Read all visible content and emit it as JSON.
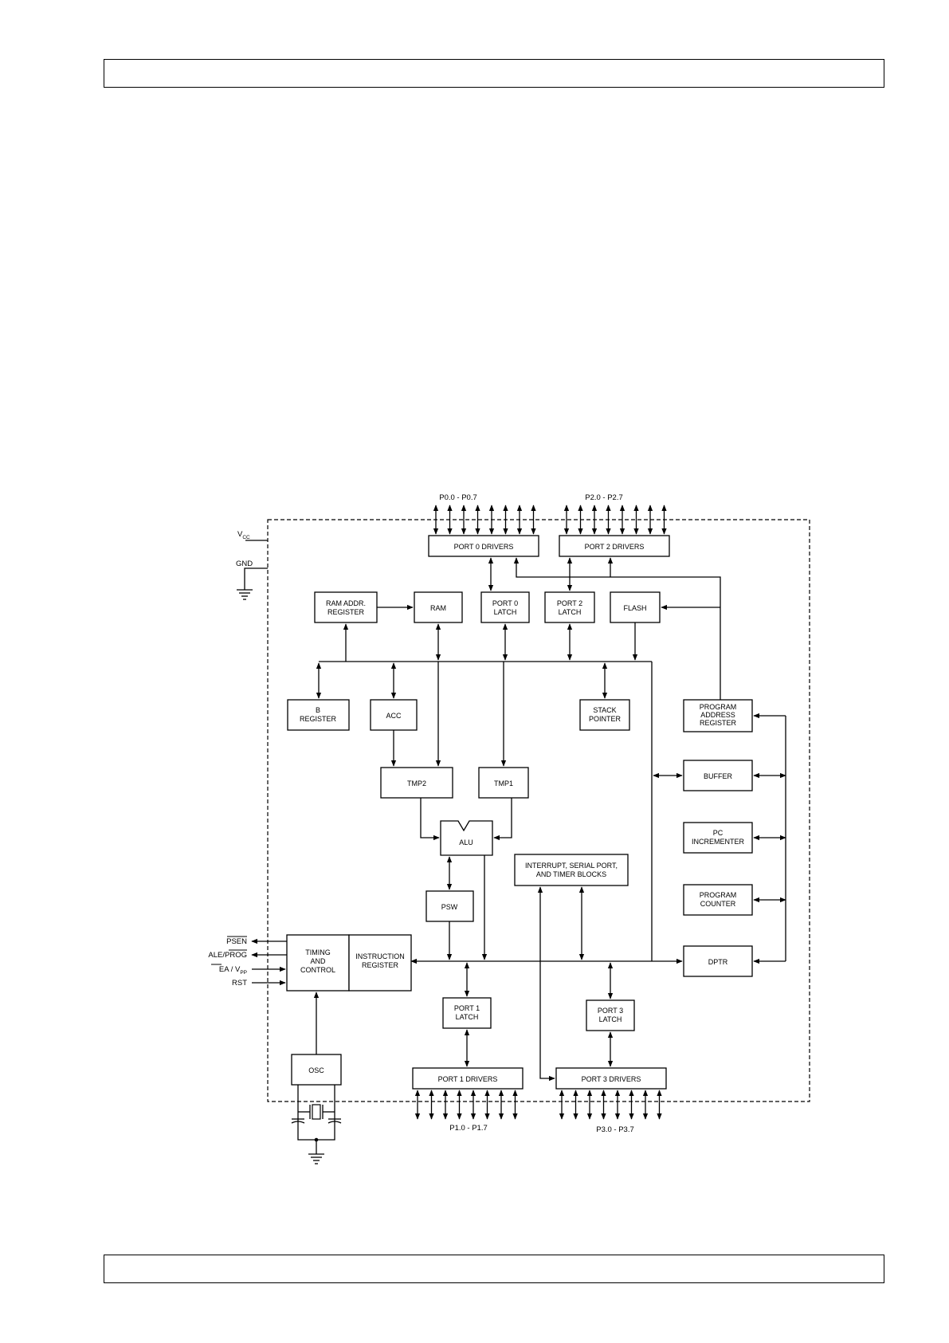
{
  "header": {
    "text": ""
  },
  "footer": {
    "text": ""
  },
  "diagram": {
    "blocks": {
      "port0_drivers": "PORT 0 DRIVERS",
      "port2_drivers": "PORT 2 DRIVERS",
      "ram_addr_register": [
        "RAM ADDR.",
        "REGISTER"
      ],
      "ram": "RAM",
      "port0_latch": [
        "PORT 0",
        "LATCH"
      ],
      "port2_latch": [
        "PORT 2",
        "LATCH"
      ],
      "flash": "FLASH",
      "b_register": [
        "B",
        "REGISTER"
      ],
      "acc": "ACC",
      "stack_pointer": [
        "STACK",
        "POINTER"
      ],
      "program_address_register": [
        "PROGRAM",
        "ADDRESS",
        "REGISTER"
      ],
      "buffer": "BUFFER",
      "tmp2": "TMP2",
      "tmp1": "TMP1",
      "alu": "ALU",
      "pc_incrementer": [
        "PC",
        "INCREMENTER"
      ],
      "interrupt_serial_timer": [
        "INTERRUPT, SERIAL PORT,",
        "AND TIMER BLOCKS"
      ],
      "psw": "PSW",
      "program_counter": [
        "PROGRAM",
        "COUNTER"
      ],
      "timing_control": [
        "TIMING",
        "AND",
        "CONTROL"
      ],
      "instruction_register": [
        "INSTRUCTION",
        "REGISTER"
      ],
      "dptr": "DPTR",
      "port1_latch": [
        "PORT 1",
        "LATCH"
      ],
      "port3_latch": [
        "PORT 3",
        "LATCH"
      ],
      "osc": "OSC",
      "port1_drivers": "PORT 1 DRIVERS",
      "port3_drivers": "PORT 3 DRIVERS"
    },
    "pins": {
      "vcc": "V",
      "vcc_sub": "CC",
      "gnd": "GND",
      "psen": "PSEN",
      "ale_prog_a": "ALE/",
      "ale_prog_b": "PROG",
      "ea_vpp_a": "EA",
      "ea_vpp_b": " / V",
      "ea_vpp_sub": "PP",
      "rst": "RST"
    },
    "buses": {
      "p0": "P0.0 - P0.7",
      "p2": "P2.0 - P2.7",
      "p1": "P1.0 - P1.7",
      "p3": "P3.0 - P3.7"
    }
  }
}
